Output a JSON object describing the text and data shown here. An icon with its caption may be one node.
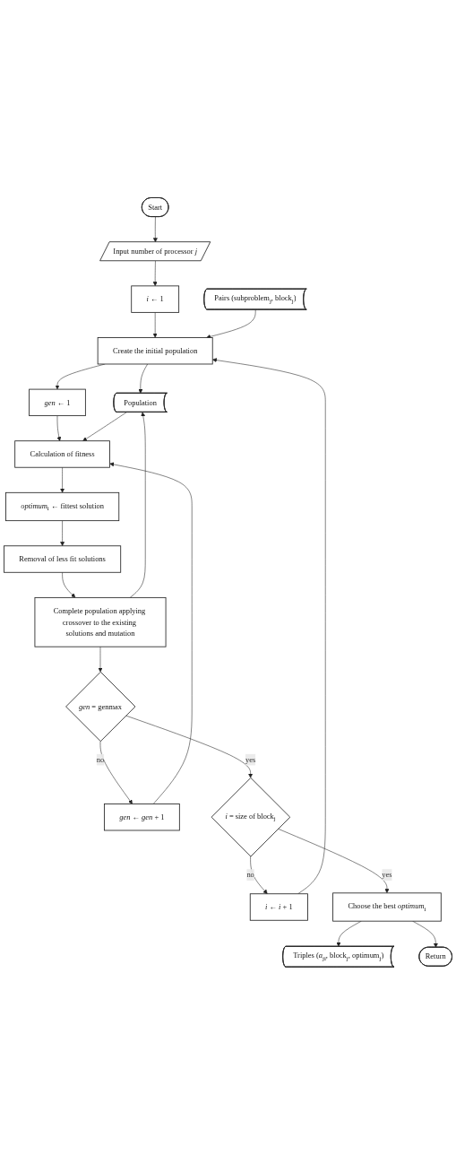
{
  "diagram": {
    "nodes": [
      {
        "text": [
          "Start"
        ]
      },
      {
        "text": [
          "Input number of processor *j*"
        ]
      },
      {
        "text": [
          "*i* ← 1"
        ]
      },
      {
        "text": [
          "Pairs (subproblem$_{j}$, block$_{j}$)"
        ]
      },
      {
        "text": [
          "Create the initial population"
        ]
      },
      {
        "text": [
          "Population"
        ]
      },
      {
        "text": [
          "*gen* ← 1"
        ]
      },
      {
        "text": [
          "Calculation of fitness"
        ]
      },
      {
        "text": [
          "*optimum*$_{i}$ ← fittest solution"
        ]
      },
      {
        "text": [
          "Removal of less fit solutions"
        ]
      },
      {
        "text": [
          "Complete population applying crossover to the existing solutions and mutation"
        ]
      },
      {
        "text": [
          "*gen* = genmax"
        ]
      },
      {
        "text": [
          "*gen* ← *gen* + 1"
        ]
      },
      {
        "text": [
          "*i* = size of block$_{j}$"
        ]
      },
      {
        "text": [
          "*i* ← *i* + 1"
        ]
      },
      {
        "text": [
          "Choose the best *optimum*$_{i}$"
        ]
      },
      {
        "text": [
          "Triples (*a*$_{ji}$, block$_{j}$, optimum$_{j}$)"
        ]
      },
      {
        "text": [
          "Return"
        ]
      }
    ],
    "edges": [
      {
        "from": 0,
        "to": 1,
        "arrow": "to"
      },
      {
        "from": 1,
        "to": 2,
        "arrow": "to"
      },
      {
        "from": 2,
        "to": 4,
        "arrow": "to"
      },
      {
        "from": 3,
        "to": 4,
        "arrow": "to"
      },
      {
        "from": 4,
        "to": 5,
        "arrow": "to"
      },
      {
        "from": 4,
        "to": 6,
        "arrow": "to"
      },
      {
        "from": 6,
        "to": 7,
        "arrow": "to"
      },
      {
        "from": 7,
        "to": 8,
        "arrow": "to"
      },
      {
        "from": 8,
        "to": 9,
        "arrow": "to"
      },
      {
        "from": 9,
        "to": 10,
        "arrow": "to"
      },
      {
        "from": 10,
        "to": 5,
        "arrow": "to"
      },
      {
        "from": 10,
        "to": 11,
        "arrow": "to"
      },
      {
        "from": 5,
        "to": 7,
        "arrow": "to"
      },
      {
        "from": 11,
        "to": 12,
        "label": "no",
        "arrow": "to"
      },
      {
        "from": 12,
        "to": 7,
        "arrow": "to"
      },
      {
        "from": 11,
        "to": 13,
        "label": "yes",
        "arrow": "to"
      },
      {
        "from": 13,
        "to": 14,
        "label": "no",
        "arrow": "to"
      },
      {
        "from": 14,
        "to": 4,
        "arrow": "to"
      },
      {
        "from": 13,
        "to": 15,
        "label": "yes",
        "arrow": "to"
      },
      {
        "from": 15,
        "to": 16,
        "arrow": "to"
      },
      {
        "from": 15,
        "to": 17,
        "arrow": "to"
      }
    ]
  }
}
